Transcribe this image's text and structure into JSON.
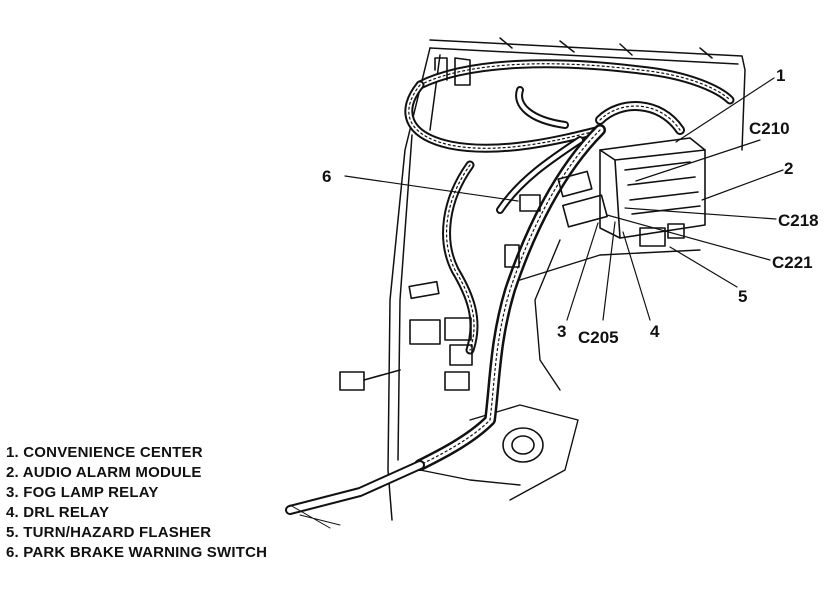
{
  "callouts": {
    "c1": "1",
    "c2": "2",
    "c3": "3",
    "c4": "4",
    "c5": "5",
    "c6": "6",
    "c210": "C210",
    "c218": "C218",
    "c221": "C221",
    "c205": "C205"
  },
  "legend": [
    "1. CONVENIENCE CENTER",
    "2. AUDIO ALARM MODULE",
    "3. FOG LAMP RELAY",
    "4. DRL RELAY",
    "5. TURN/HAZARD FLASHER",
    "6. PARK BRAKE WARNING SWITCH"
  ]
}
